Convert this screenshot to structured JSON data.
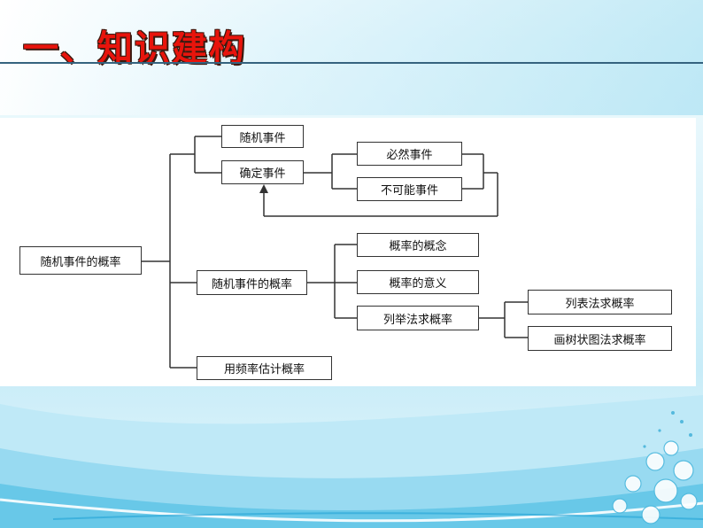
{
  "slide": {
    "title": "一、知识建构"
  },
  "diagram": {
    "root": "随机事件的概率",
    "branches": {
      "random_event": "随机事件",
      "determined_event": "确定事件",
      "certain_event": "必然事件",
      "impossible_event": "不可能事件",
      "probability_of_random_event": "随机事件的概率",
      "concept_of_probability": "概率的概念",
      "meaning_of_probability": "概率的意义",
      "enumeration_method": "列举法求概率",
      "table_method": "列表法求概率",
      "tree_diagram_method": "画树状图法求概率",
      "frequency_estimation": "用频率估计概率"
    }
  }
}
